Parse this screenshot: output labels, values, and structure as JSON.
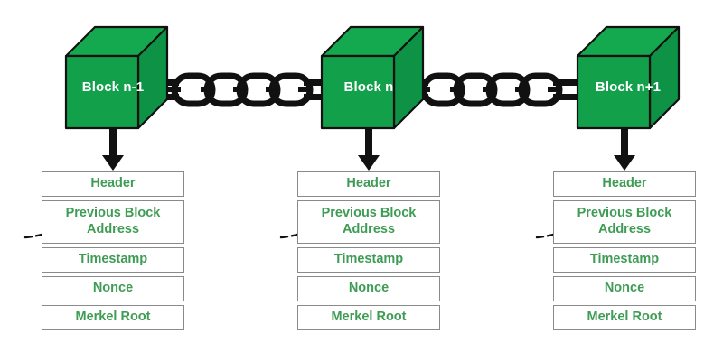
{
  "diagram": {
    "title": "Blockchain structure diagram",
    "colors": {
      "cube_front": "#12a04b",
      "cube_top": "#14a84f",
      "cube_side": "#0d9246",
      "cube_outline": "#111111",
      "cube_label_text": "#ffffff",
      "field_text": "#3f9c55",
      "field_border": "#8a8a8a",
      "arrow": "#111111",
      "chain": "#111111",
      "background": "#ffffff"
    },
    "blocks": [
      {
        "id": "block-n-1",
        "cube_label": "Block n-1",
        "fields": [
          {
            "label": "Header",
            "tall": false
          },
          {
            "label": "Previous Block Address",
            "tall": true
          },
          {
            "label": "Timestamp",
            "tall": false
          },
          {
            "label": "Nonce",
            "tall": false
          },
          {
            "label": "Merkel Root",
            "tall": false
          }
        ]
      },
      {
        "id": "block-n",
        "cube_label": "Block n",
        "fields": [
          {
            "label": "Header",
            "tall": false
          },
          {
            "label": "Previous Block Address",
            "tall": true
          },
          {
            "label": "Timestamp",
            "tall": false
          },
          {
            "label": "Nonce",
            "tall": false
          },
          {
            "label": "Merkel Root",
            "tall": false
          }
        ]
      },
      {
        "id": "block-n-plus-1",
        "cube_label": "Block n+1",
        "fields": [
          {
            "label": "Header",
            "tall": false
          },
          {
            "label": "Previous Block Address",
            "tall": true
          },
          {
            "label": "Timestamp",
            "tall": false
          },
          {
            "label": "Nonce",
            "tall": false
          },
          {
            "label": "Merkel Root",
            "tall": false
          }
        ]
      }
    ],
    "connectors": {
      "chain_links_between_blocks": 4,
      "chain_segments": 2,
      "down_arrows": 3,
      "dashed_back_arrows": 3
    }
  }
}
